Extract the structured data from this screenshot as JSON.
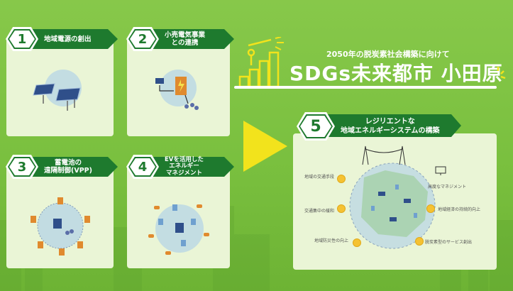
{
  "header": {
    "subtitle": "2050年の脱炭素社会構築に向けて",
    "title": "SDGs未来都市 小田原"
  },
  "cards": [
    {
      "num": "1",
      "label": "地域電源の創出"
    },
    {
      "num": "2",
      "label": "小売電気事業\nとの連携"
    },
    {
      "num": "3",
      "label": "蓄電池の\n遠隔制御(VPP)"
    },
    {
      "num": "4",
      "label": "EVを活用した\nエネルギー\nマネジメント"
    },
    {
      "num": "5",
      "label": "レジリエントな\n地域エネルギーシステムの構築"
    }
  ],
  "diagram_labels": {
    "transport": "地域の交通手段",
    "congestion": "交通集中の緩和",
    "disaster": "地域防災性の向上",
    "management": "高度なマネジメント",
    "economy": "地域経済の持続的向上",
    "service": "脱炭素型のサービス創出"
  },
  "colors": {
    "background": "#7cc242",
    "card": "#eaf5d6",
    "tag": "#1e7a2e",
    "arrow": "#f2e31c"
  },
  "icons": [
    "telescope-person-icon",
    "bar-steps-icon",
    "solar-panel-icon",
    "battery-icon",
    "house-icon",
    "ev-car-icon",
    "monitor-icon",
    "power-tower-icon"
  ]
}
